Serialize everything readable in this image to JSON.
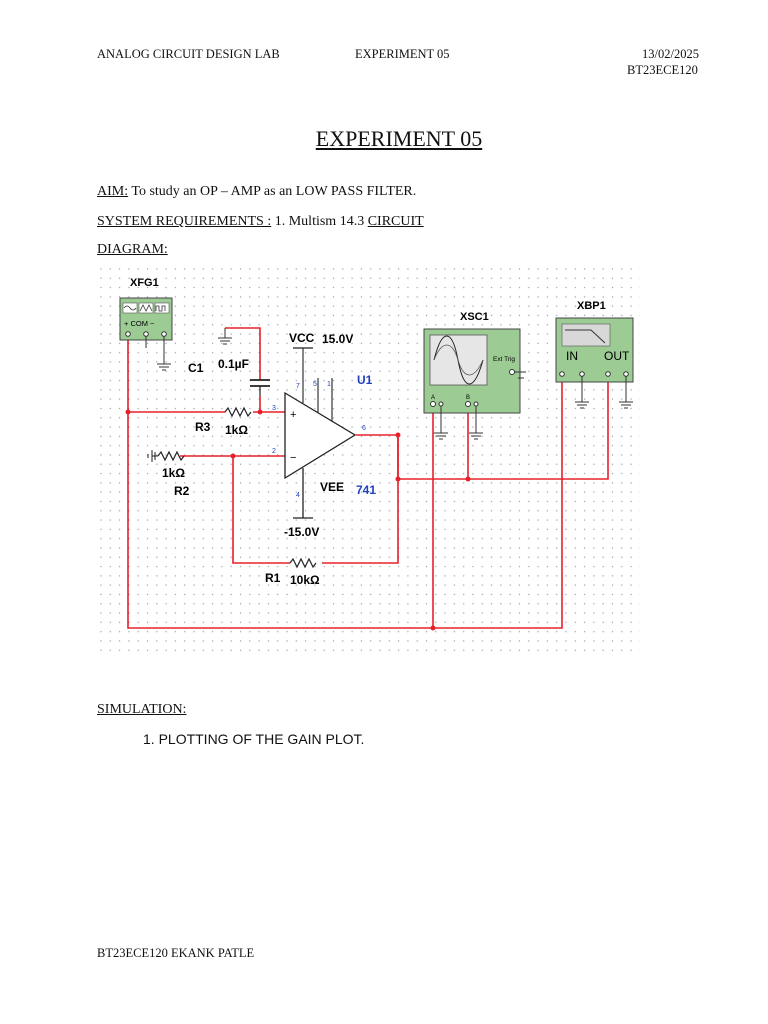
{
  "header": {
    "lab": "ANALOG CIRCUIT DESIGN LAB",
    "experiment": "EXPERIMENT 05",
    "date": "13/02/2025",
    "roll": "BT23ECE120"
  },
  "title": "EXPERIMENT 05",
  "aim": {
    "label": "AIM:",
    "text": " To study an OP – AMP as an LOW PASS FILTER."
  },
  "sysreq": {
    "label": "SYSTEM REQUIREMENTS :",
    "text": " 1. Multism 14.3 ",
    "circuit_word": "CIRCUIT"
  },
  "diagram_label": "DIAGRAM:",
  "circuit": {
    "xfg1": "XFG1",
    "xfg1_terms": "+ COM −",
    "c1": "C1",
    "c1_value": "0.1µF",
    "vcc": "VCC",
    "vcc_value": "15.0V",
    "u1": "U1",
    "r3": "R3",
    "r3_value": "1kΩ",
    "r2": "R2",
    "r2_value": "1kΩ",
    "vee": "VEE",
    "opamp_model": "741",
    "vee_value": "-15.0V",
    "r1": "R1",
    "r1_value": "10kΩ",
    "xsc1": "XSC1",
    "ext_trig": "Ext Trig",
    "ch_a": "A",
    "ch_b": "B",
    "xbp1": "XBP1",
    "in": "IN",
    "out": "OUT",
    "pins": {
      "p3": "3",
      "p2": "2",
      "p6": "6",
      "p7": "7",
      "p4": "4",
      "p5": "5",
      "p1": "1"
    },
    "colors": {
      "wire": "#e8202a",
      "instrument_body": "#9ccc94",
      "label_blue": "#1f3fbf"
    }
  },
  "simulation_label": "SIMULATION:",
  "simulation_item": "1. PLOTTING OF THE GAIN PLOT.",
  "footer": "BT23ECE120 EKANK PATLE"
}
